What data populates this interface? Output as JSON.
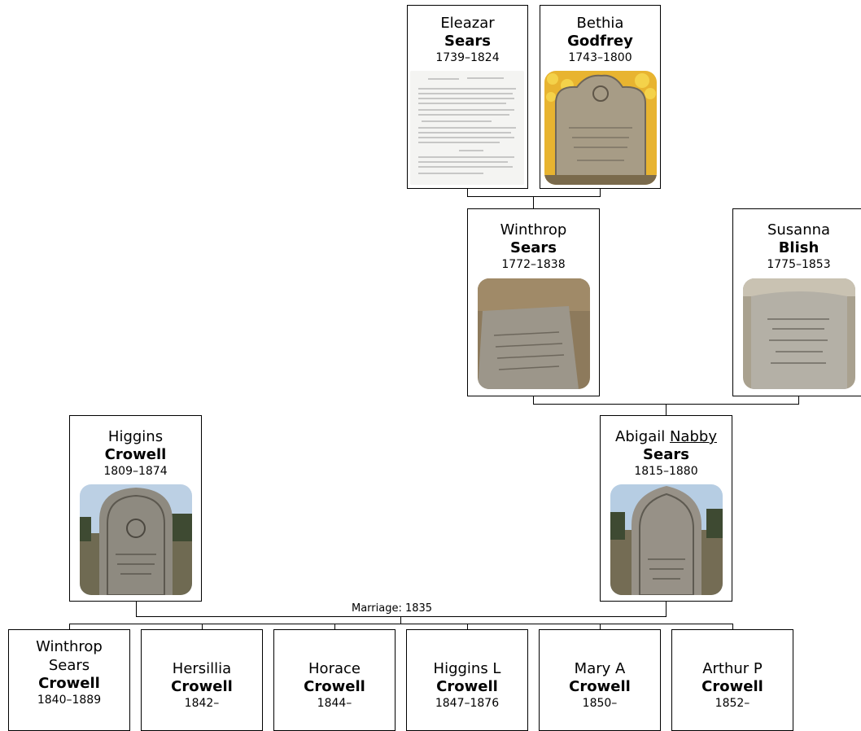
{
  "people": {
    "eleazar": {
      "given": "Eleazar",
      "surname": "Sears",
      "dates": "1739–1824"
    },
    "bethia": {
      "given": "Bethia",
      "surname": "Godfrey",
      "dates": "1743–1800"
    },
    "winthrop": {
      "given": "Winthrop",
      "surname": "Sears",
      "dates": "1772–1838"
    },
    "susanna": {
      "given": "Susanna",
      "surname": "Blish",
      "dates": "1775–1853"
    },
    "higgins": {
      "given": "Higgins",
      "surname": "Crowell",
      "dates": "1809–1874"
    },
    "abigail": {
      "given": "Abigail",
      "nickname": "Nabby",
      "surname": "Sears",
      "dates": "1815–1880"
    }
  },
  "marriage_label": "Marriage: 1835",
  "children": [
    {
      "given_line1": "Winthrop",
      "given_line2": "Sears",
      "surname": "Crowell",
      "dates": "1840–1889"
    },
    {
      "given": "Hersillia",
      "surname": "Crowell",
      "dates": "1842–"
    },
    {
      "given": "Horace",
      "surname": "Crowell",
      "dates": "1844–"
    },
    {
      "given": "Higgins L",
      "surname": "Crowell",
      "dates": "1847–1876"
    },
    {
      "given": "Mary A",
      "surname": "Crowell",
      "dates": "1850–"
    },
    {
      "given": "Arthur P",
      "surname": "Crowell",
      "dates": "1852–"
    }
  ]
}
